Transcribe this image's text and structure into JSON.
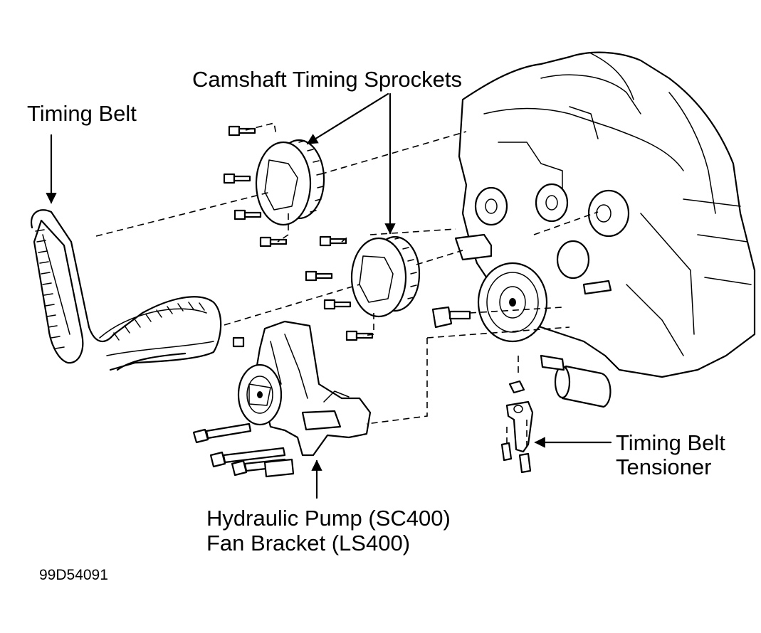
{
  "labels": {
    "timing_belt": "Timing Belt",
    "camshaft_sprockets": "Camshaft Timing Sprockets",
    "tensioner_line1": "Timing Belt",
    "tensioner_line2": "Tensioner",
    "pump_line1": "Hydraulic Pump (SC400)",
    "pump_line2": "Fan Bracket (LS400)"
  },
  "figure_code": "99D54091"
}
